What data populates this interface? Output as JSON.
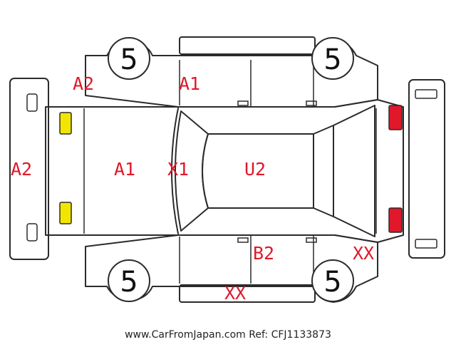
{
  "colors": {
    "line": "#2b2b2b",
    "label": "#e0182a",
    "front_light": "#f2e600",
    "rear_light": "#e0182a"
  },
  "wheels": {
    "front_left": "5",
    "rear_left": "5",
    "front_right": "5",
    "rear_right": "5"
  },
  "labels": {
    "front_bumper": "A2",
    "front_fender_left": "A2",
    "hood": "A1",
    "front_door_left_area": "A1",
    "windshield": "X1",
    "roof": "U2",
    "rear_door_right": "B2",
    "rocker_panel_right": "XX",
    "rear_fender_right": "XX"
  },
  "footer": "www.CarFromJapan.com Ref: CFJ1133873"
}
